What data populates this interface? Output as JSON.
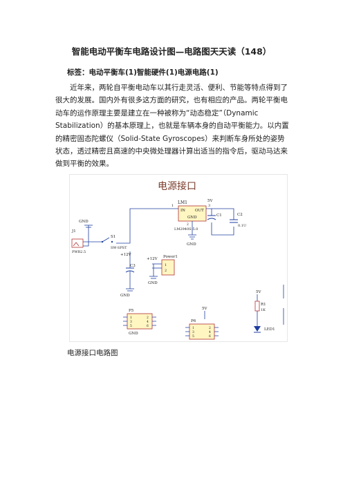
{
  "doc": {
    "title": "智能电动平衡车电路设计图—电路图天天读（148）",
    "tags": "标签：电动平衡车(1)智能硬件(1)电源电路(1)",
    "paragraph": "近年来，两轮自平衡电动车以其行走灵活、便利、节能等特点得到了很大的发展。国内外有很多这方面的研究，也有相应的产品。两轮平衡电动车的运作原理主要是建立在一种被称为“动态稳定”（Dynamic Stabilization）的基本原理上，也就是车辆本身的自动平衡能力。以内置的精密固态陀螺仪（Solid-State Gyroscopes）来判断车身所处的姿势状态，透过精密且高速的中央微处理器计算出适当的指令后，驱动马达来做到平衡的效果。",
    "caption": "电源接口电路图"
  },
  "schematic": {
    "heading": "电源接口",
    "lm1": "LM1",
    "lm1_in": "IN",
    "lm1_out": "OUT",
    "lm1_gnd": "GND",
    "lm1_part": "LM2940S-5.0",
    "pin1": "1",
    "pin2": "2",
    "pin3": "3",
    "v5": "5V",
    "c1": "C1",
    "c2": "C2",
    "c2_val": "0.1U",
    "gnd": "GND",
    "j1": "J1",
    "j1_part": "PWR2.5",
    "s1": "S1",
    "s1_part": "SW-SPST",
    "v12": "+12V",
    "c3": "C3",
    "power1": "Power1",
    "p_pin1": "1",
    "p_pin2": "2",
    "p5": "P5",
    "p6": "P6",
    "hdr_pins": [
      "1",
      "2",
      "3",
      "4",
      "5",
      "6"
    ],
    "r1": "R1",
    "r1_val": "1K",
    "led1": "LED1"
  }
}
